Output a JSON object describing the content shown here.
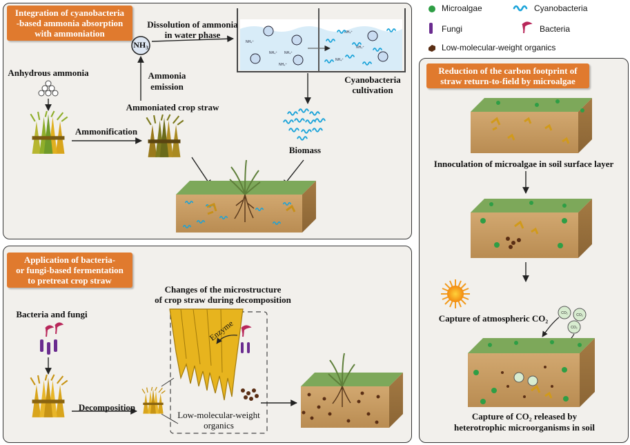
{
  "panels": {
    "top_left": {
      "title_line1": "Integration of cyanobacteria",
      "title_line2": "-based ammonia absorption",
      "title_line3": "with ammoniation",
      "anhydrous_ammonia": "Anhydrous ammonia",
      "nh3": "NH₃",
      "dissolution_line1": "Dissolution of ammonia",
      "dissolution_line2": "in water phase",
      "ammonia_emission_line1": "Ammonia",
      "ammonia_emission_line2": "emission",
      "ammoniated_crop_straw": "Ammoniated crop straw",
      "ammonification": "Ammonification",
      "cyanobacteria_cultivation_line1": "Cyanobacteria",
      "cyanobacteria_cultivation_line2": "cultivation",
      "biomass": "Biomass",
      "nh4_label": "NH₄⁺"
    },
    "bottom_left": {
      "title_line1": "Application of bacteria-",
      "title_line2": "or fungi-based fermentation",
      "title_line3": "to pretreat crop straw",
      "bacteria_and_fungi": "Bacteria and fungi",
      "changes_line1": "Changes of the microstructure",
      "changes_line2": "of crop straw during decomposition",
      "enzyme": "Enzyme",
      "decomposition": "Decomposition",
      "lmw_line1": "Low-molecular-weight",
      "lmw_line2": "organics"
    },
    "right": {
      "title_line1": "Reduction of the carbon footprint of",
      "title_line2": "straw return-to-field by microalgae",
      "innoculation": "Innoculation of microalgae in soil surface layer",
      "capture_atmospheric": "Capture of atmospheric CO₂",
      "co2": "CO₂",
      "capture_released_line1": "Capture of CO₂ released by",
      "capture_released_line2": "heterotrophic microorganisms in soil"
    }
  },
  "legend": {
    "microalgae": "Microalgae",
    "cyanobacteria": "Cyanobacteria",
    "fungi": "Fungi",
    "bacteria": "Bacteria",
    "lmw_organics": "Low-molecular-weight organics"
  },
  "colors": {
    "badge": "#e07a2e",
    "panel_bg": "#f2f0ec",
    "soil": "#c9a06a",
    "grass_top": "#7da85a",
    "microalgae": "#2e9e45",
    "cyanobacteria": "#1aa3d9",
    "fungi": "#6a2b8f",
    "bacteria": "#b8275a",
    "straw": "#e0b020",
    "sun": "#f29a1c"
  }
}
